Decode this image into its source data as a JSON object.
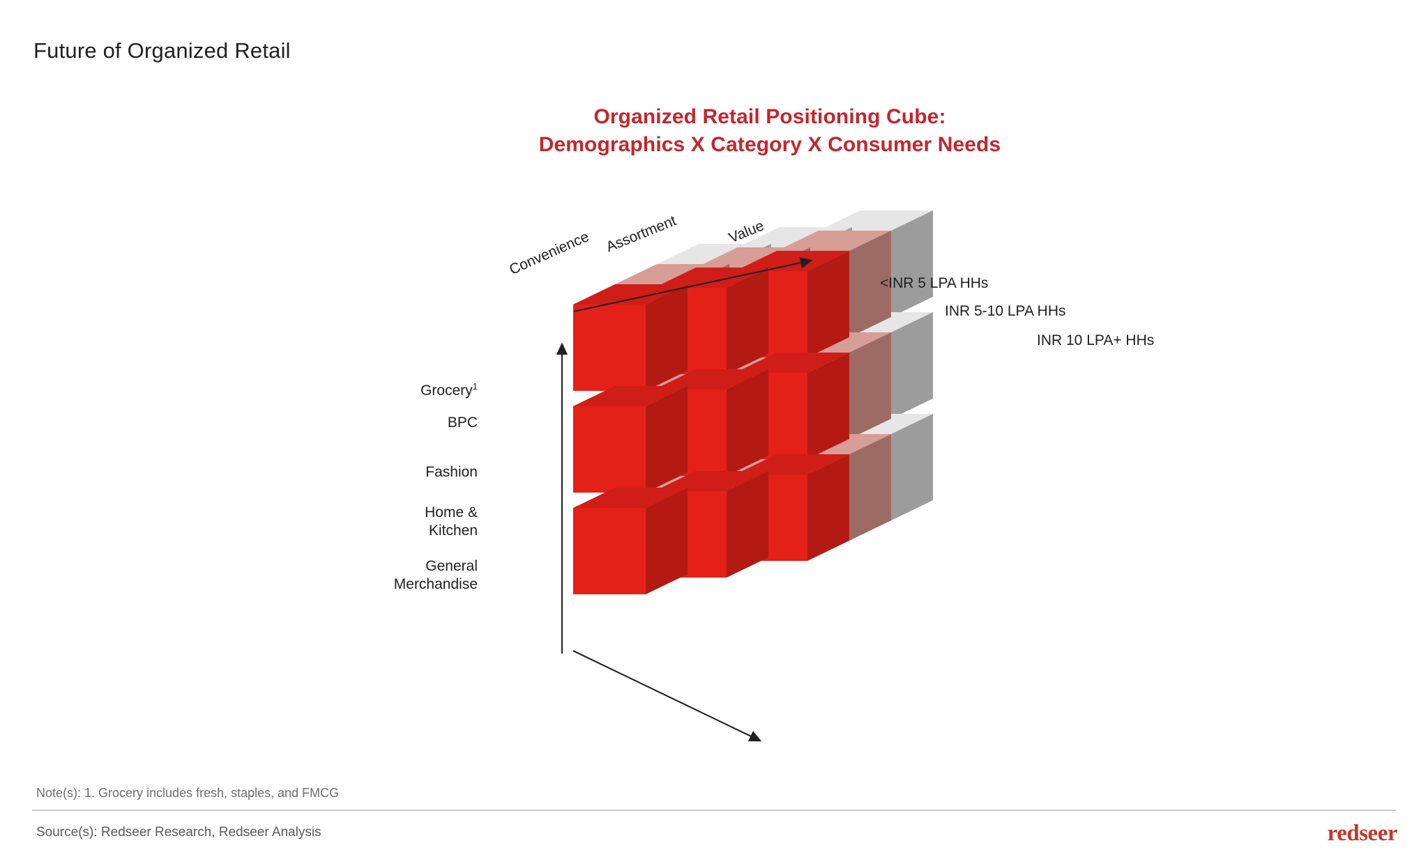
{
  "slide": {
    "header_title": "Future of Organized Retail"
  },
  "chart_title": {
    "line1": "Organized Retail Positioning Cube:",
    "line2": "Demographics X Category X Consumer Needs"
  },
  "footer": {
    "note": "Note(s): 1. Grocery includes fresh, staples, and FMCG",
    "source": "Source(s): Redseer Research, Redseer Analysis",
    "brand": "redseer"
  },
  "chart_data": {
    "type": "diagram",
    "subtype": "3d-positioning-cube",
    "title": "Organized Retail Positioning Cube: Demographics X Category X Consumer Needs",
    "grid": {
      "rows": 3,
      "columns": 3,
      "depth_layers": 3
    },
    "axes": {
      "consumer_needs": {
        "label_group": "Consumer Needs",
        "direction": "top diagonal arrow, left-to-right ascending",
        "ticks": [
          "Convenience",
          "Assortment",
          "Value"
        ]
      },
      "category": {
        "label_group": "Category",
        "direction": "vertical arrow pointing up, labels on left",
        "ticks": [
          "Grocery¹",
          "BPC",
          "Fashion",
          "Home &\nKitchen",
          "General\nMerchandise"
        ]
      },
      "demographics": {
        "label_group": "Demographics",
        "direction": "depth, front-to-back, bottom diagonal arrow",
        "ticks": [
          "<INR 5 LPA HHs",
          "INR 5-10 LPA HHs",
          "INR 10 LPA+ HHs"
        ]
      }
    },
    "depth_layers": [
      {
        "name": "<INR 5 LPA HHs",
        "face_color": "#E32119",
        "side_color": "#B41A14",
        "top_color": "#CE1E17"
      },
      {
        "name": "INR 5-10 LPA HHs",
        "face_color": "#EFAFA9",
        "side_color": "#9E6A64",
        "top_color": "#D79D97"
      },
      {
        "name": "INR 10 LPA+ HHs",
        "face_color": "#F7F7F7",
        "side_color": "#9C9C9C",
        "top_color": "#E6E6E6"
      }
    ],
    "dimension_labels": [
      {
        "text": "Convenience",
        "rotation_deg": -13
      },
      {
        "text": "Assortment",
        "rotation_deg": -13
      },
      {
        "text": "Value",
        "rotation_deg": -13
      }
    ],
    "row_labels": [
      {
        "text": "Grocery",
        "superscript": "1"
      },
      {
        "text": "BPC",
        "superscript": ""
      },
      {
        "text": "Fashion",
        "superscript": ""
      },
      {
        "text": "Home &\nKitchen",
        "superscript": ""
      },
      {
        "text": "General\nMerchandise",
        "superscript": ""
      }
    ],
    "segment_labels": [
      "<INR 5 LPA HHs",
      "INR 5-10 LPA HHs",
      "INR 10 LPA+ HHs"
    ],
    "colors": {
      "accent_red": "#C1272D",
      "cube_red": "#E32119",
      "cube_pink": "#EFAFA9",
      "cube_white": "#F7F7F7",
      "arrow": "#231f20",
      "text": "#1f1f1f",
      "muted_text": "#6d6d6d",
      "brand": "#C0392B"
    }
  }
}
